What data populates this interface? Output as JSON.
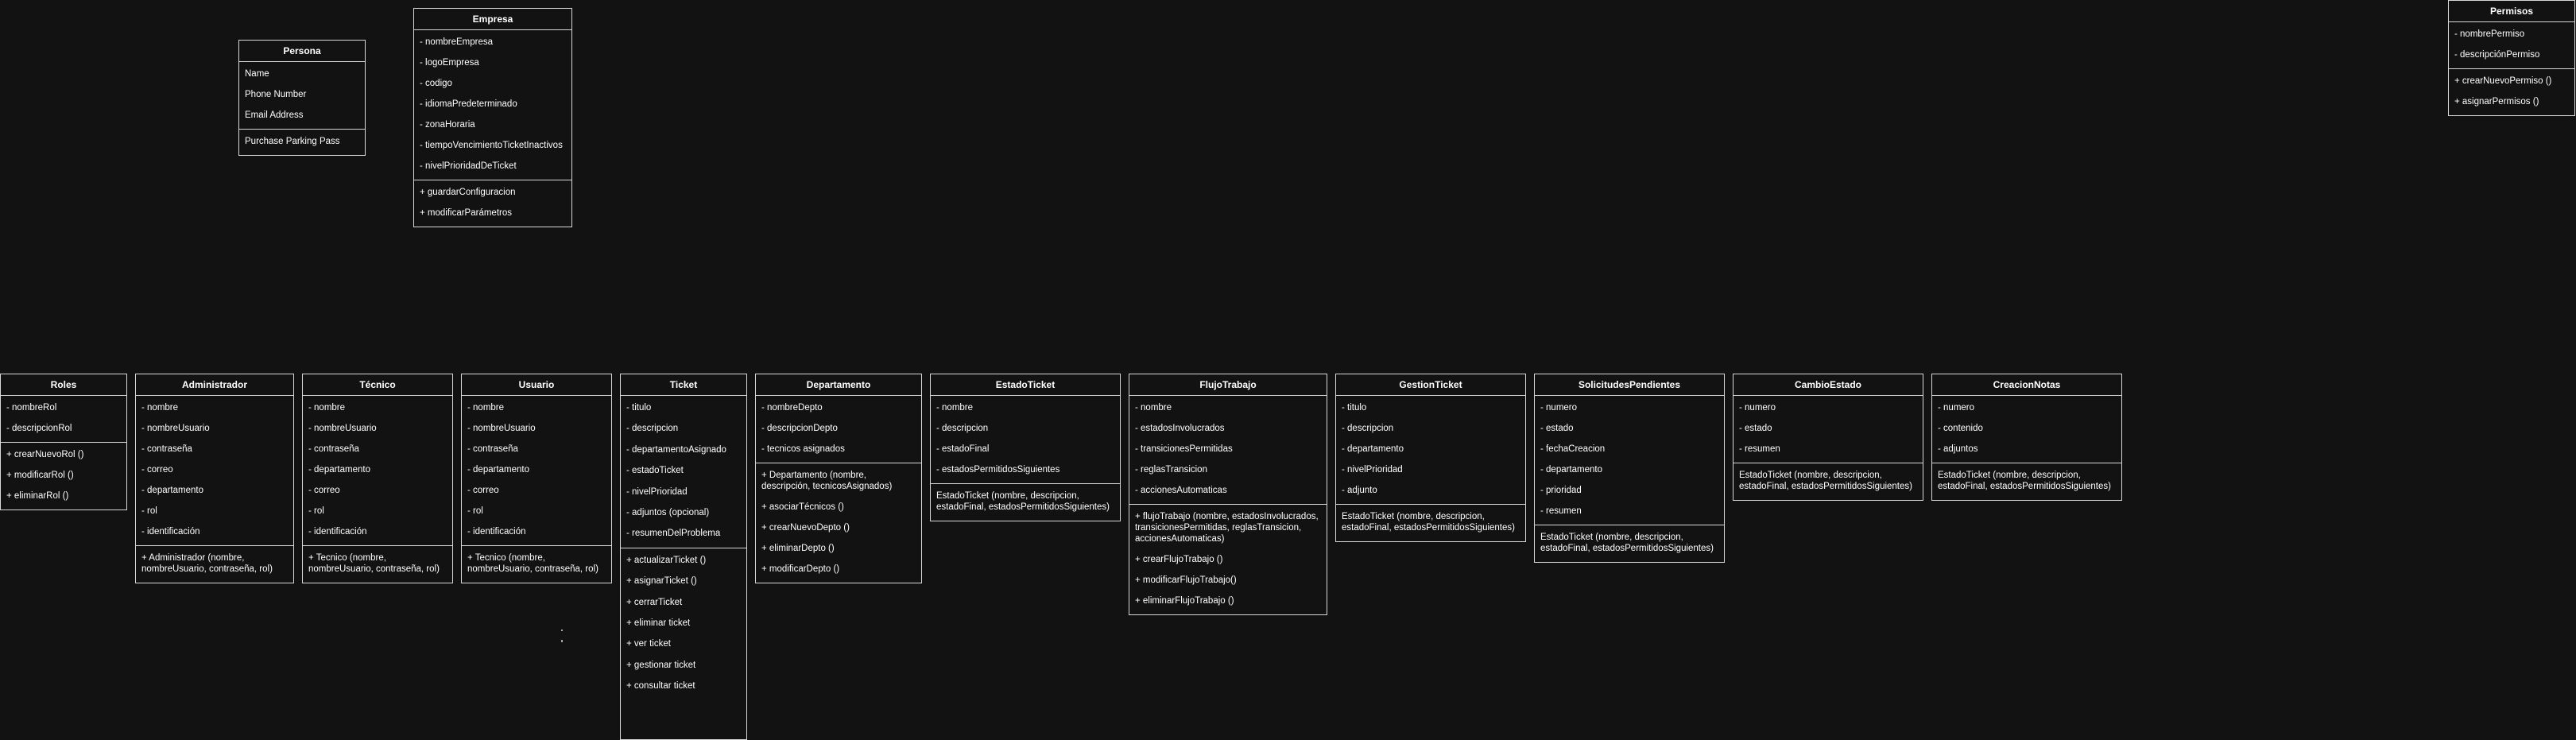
{
  "classes": [
    {
      "name": "Persona",
      "attributes": [
        "Name",
        "Phone Number",
        "Email Address"
      ],
      "methods": [
        "Purchase Parking Pass"
      ]
    },
    {
      "name": "Empresa",
      "attributes": [
        "- nombreEmpresa",
        "- logoEmpresa",
        "- codigo",
        "- idiomaPredeterminado",
        "- zonaHoraria",
        "- tiempoVencimientoTicketInactivos",
        "- nivelPrioridadDeTicket"
      ],
      "methods": [
        "+ guardarConfiguracion",
        "+ modificarParámetros"
      ]
    },
    {
      "name": "Permisos",
      "attributes": [
        "- nombrePermiso",
        "- descripciónPermiso"
      ],
      "methods": [
        "+ crearNuevoPermiso ()",
        "+ asignarPermisos ()"
      ]
    },
    {
      "name": "Roles",
      "attributes": [
        "- nombreRol",
        "- descripcionRol"
      ],
      "methods": [
        "+ crearNuevoRol ()",
        "+ modificarRol ()",
        "+ eliminarRol ()"
      ]
    },
    {
      "name": "Administrador",
      "attributes": [
        "- nombre",
        "- nombreUsuario",
        "- contraseña",
        "- correo",
        "- departamento",
        "- rol",
        "- identificación"
      ],
      "methods": [
        "+ Administrador (nombre, nombreUsuario, contraseña, rol)"
      ]
    },
    {
      "name": "Técnico",
      "attributes": [
        "- nombre",
        "- nombreUsuario",
        "- contraseña",
        "- departamento",
        "- correo",
        "- rol",
        "- identificación"
      ],
      "methods": [
        "+ Tecnico (nombre, nombreUsuario, contraseña, rol)"
      ]
    },
    {
      "name": "Usuario",
      "attributes": [
        "- nombre",
        "- nombreUsuario",
        "- contraseña",
        "- departamento",
        "- correo",
        "- rol",
        "- identificación"
      ],
      "methods": [
        "+ Tecnico (nombre, nombreUsuario, contraseña, rol)"
      ]
    },
    {
      "name": "Ticket",
      "attributes": [
        "- titulo",
        "- descripcion",
        "- departamentoAsignado",
        "- estadoTicket",
        "- nivelPrioridad",
        "- adjuntos (opcional)",
        "- resumenDelProblema"
      ],
      "methods": [
        "+ actualizarTicket ()",
        "+ asignarTicket ()",
        "+ cerrarTicket",
        "+ eliminar ticket",
        "+ ver ticket",
        "+ gestionar ticket",
        "+ consultar ticket"
      ]
    },
    {
      "name": "Departamento",
      "attributes": [
        "- nombreDepto",
        "- descripcionDepto",
        "- tecnicos asignados"
      ],
      "methods": [
        "+ Departamento (nombre, descripción, tecnicosAsignados)",
        "+ asociarTécnicos ()",
        "+ crearNuevoDepto ()",
        "+ eliminarDepto ()",
        "+ modificarDepto ()"
      ]
    },
    {
      "name": "EstadoTicket",
      "attributes": [
        "- nombre",
        "- descripcion",
        "- estadoFinal",
        "- estadosPermitidosSiguientes"
      ],
      "methods": [
        "EstadoTicket (nombre, descripcion, estadoFinal, estadosPermitidosSiguientes)"
      ]
    },
    {
      "name": "FlujoTrabajo",
      "attributes": [
        "- nombre",
        "- estadosInvolucrados",
        "- transicionesPermitidas",
        "- reglasTransicion",
        "- accionesAutomaticas"
      ],
      "methods": [
        "+ flujoTrabajo (nombre, estadosInvolucrados, transicionesPermitidas, reglasTransicion, accionesAutomaticas)",
        "+ crearFlujoTrabajo ()",
        "+ modificarFlujoTrabajo()",
        "+ eliminarFlujoTrabajo ()"
      ]
    },
    {
      "name": "GestionTicket",
      "attributes": [
        "- titulo",
        "- descripcion",
        "- departamento",
        "- nivelPrioridad",
        "- adjunto"
      ],
      "methods": [
        "EstadoTicket (nombre, descripcion, estadoFinal, estadosPermitidosSiguientes)"
      ]
    },
    {
      "name": "SolicitudesPendientes",
      "attributes": [
        "- numero",
        "- estado",
        "- fechaCreacion",
        "- departamento",
        "- prioridad",
        "- resumen"
      ],
      "methods": [
        "EstadoTicket (nombre, descripcion, estadoFinal, estadosPermitidosSiguientes)"
      ]
    },
    {
      "name": "CambioEstado",
      "attributes": [
        "- numero",
        "- estado",
        "- resumen"
      ],
      "methods": [
        "EstadoTicket (nombre, descripcion, estadoFinal, estadosPermitidosSiguientes)"
      ]
    },
    {
      "name": "CreacionNotas",
      "attributes": [
        "- numero",
        "- contenido",
        "- adjuntos"
      ],
      "methods": [
        "EstadoTicket (nombre, descripcion, estadoFinal, estadosPermitidosSiguientes)"
      ]
    }
  ]
}
